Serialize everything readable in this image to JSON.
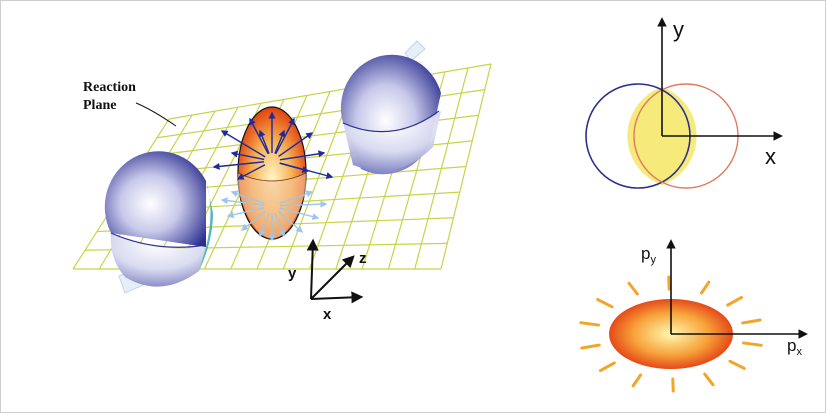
{
  "labels": {
    "reaction_plane_line1": "Reaction",
    "reaction_plane_line2": "Plane",
    "axis_y": "y",
    "axis_z": "z",
    "axis_x": "x",
    "overlap_y": "y",
    "overlap_x": "x",
    "momentum_py_base": "p",
    "momentum_py_sub": "y",
    "momentum_px_base": "p",
    "momentum_px_sub": "x"
  },
  "colors": {
    "grid": "#c9d34a",
    "nucleus_dark": "#2b2f8f",
    "left_circle": "#2b2f8f",
    "right_circle": "#e07a5f",
    "overlap_fill": "#f6ea7a",
    "fireball_core": "#fff3a0",
    "fireball_edge": "#e23b10",
    "in_plane_arrows": "#1f2a9c",
    "out_plane_arrows": "#9cc6ee"
  }
}
